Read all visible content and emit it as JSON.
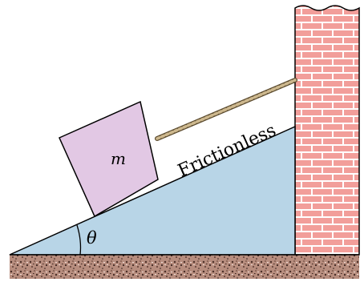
{
  "diagram": {
    "mass_label": "m",
    "surface_label": "Frictionless",
    "angle_label": "θ",
    "colors": {
      "incline": "#b8d5e7",
      "block": "#e2c8e4",
      "brick": "#f29e9a",
      "mortar": "#ffffff",
      "ground": "#b78d7e",
      "rope": "#b49b6d",
      "outline": "#000000"
    }
  }
}
